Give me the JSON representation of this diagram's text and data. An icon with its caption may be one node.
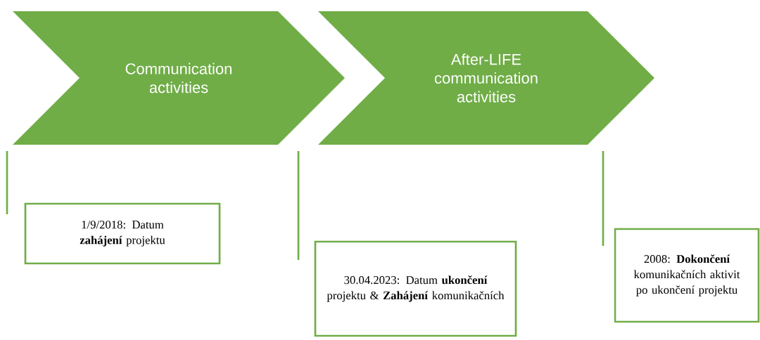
{
  "diagram": {
    "nodes": [
      {
        "text": [
          "Communication activities"
        ]
      },
      {
        "text": [
          "After-LIFE communication activities"
        ]
      },
      {
        "text": [
          "1/9/2018: Datum **zahájení** projektu"
        ]
      },
      {
        "text": [
          "30.04.2023: Datum **ukončení** projektu & **Zahájení** komunikačních"
        ]
      },
      {
        "text": [
          "2008: **Dokončení** komunikačních aktivit po ukončení projektu"
        ]
      }
    ]
  }
}
